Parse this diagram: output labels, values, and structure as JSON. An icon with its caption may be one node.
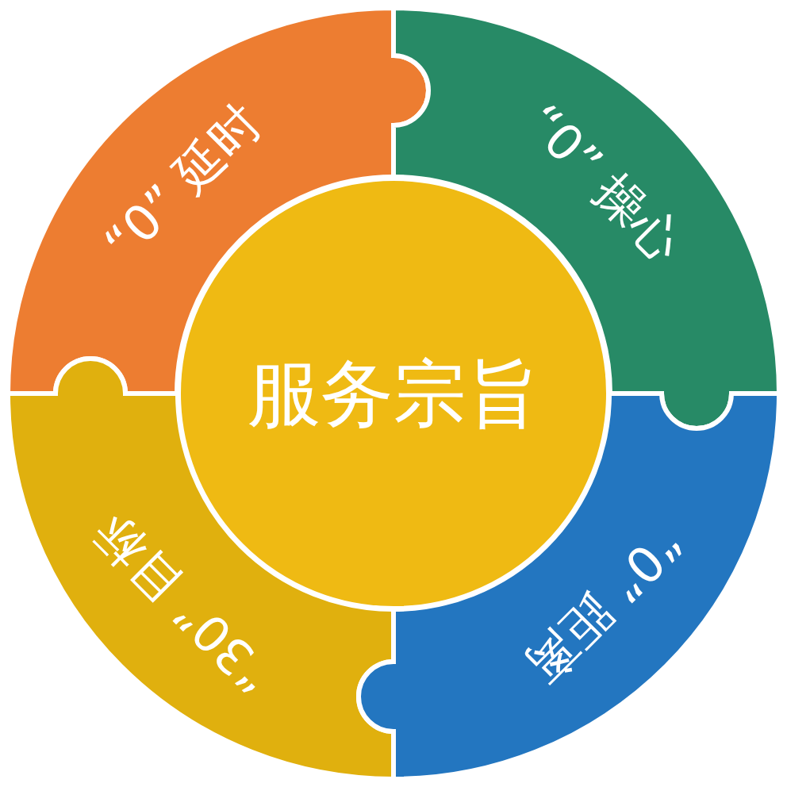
{
  "diagram": {
    "nodes": [
      {
        "text": [
          "“0” 延时"
        ]
      },
      {
        "text": [
          "“0” 操心"
        ]
      },
      {
        "text": [
          "服务宗旨"
        ]
      },
      {
        "text": [
          "“30” 目标"
        ]
      },
      {
        "text": [
          "“0” 距离"
        ]
      }
    ]
  }
}
